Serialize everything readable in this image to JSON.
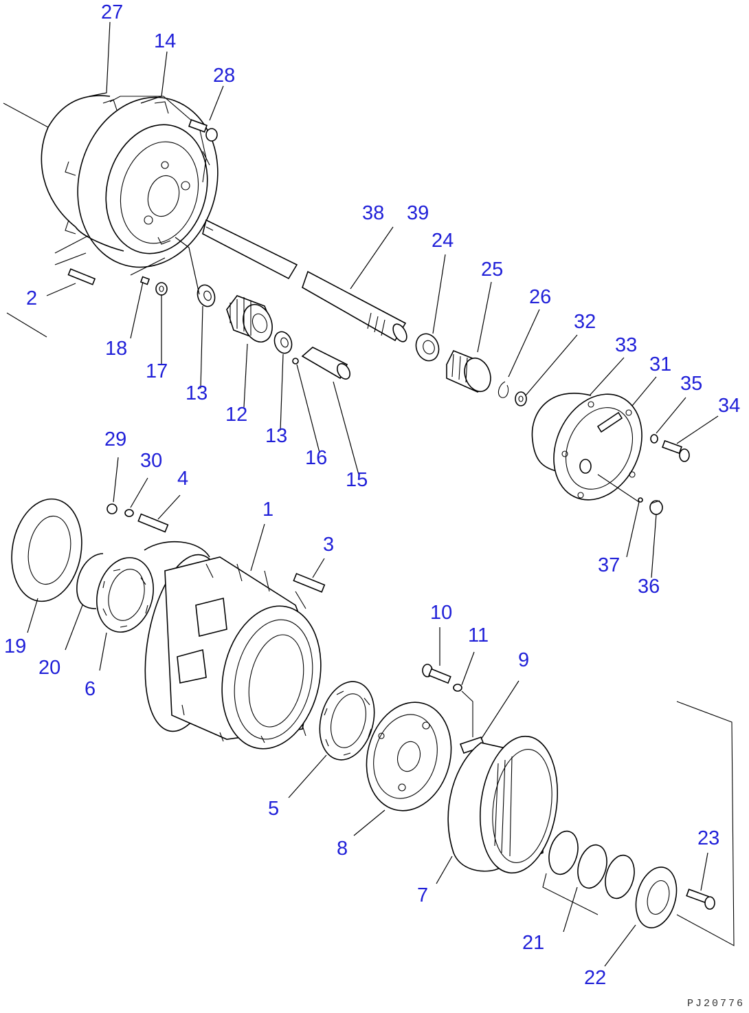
{
  "callouts": {
    "c27": "27",
    "c14": "14",
    "c28": "28",
    "c2": "2",
    "c18": "18",
    "c17": "17",
    "c13a": "13",
    "c12": "12",
    "c13b": "13",
    "c16": "16",
    "c15": "15",
    "c38": "38",
    "c39": "39",
    "c24": "24",
    "c25": "25",
    "c26": "26",
    "c32": "32",
    "c33": "33",
    "c31": "31",
    "c35": "35",
    "c34": "34",
    "c37": "37",
    "c36": "36",
    "c29": "29",
    "c30": "30",
    "c4": "4",
    "c1": "1",
    "c3": "3",
    "c19": "19",
    "c20": "20",
    "c6": "6",
    "c10": "10",
    "c11": "11",
    "c9": "9",
    "c5": "5",
    "c8": "8",
    "c7": "7",
    "c23": "23",
    "c21": "21",
    "c22": "22"
  },
  "drawing_code": "PJ20776",
  "colors": {
    "callout": "#1f1fd8",
    "line": "#000000",
    "background": "#ffffff"
  }
}
